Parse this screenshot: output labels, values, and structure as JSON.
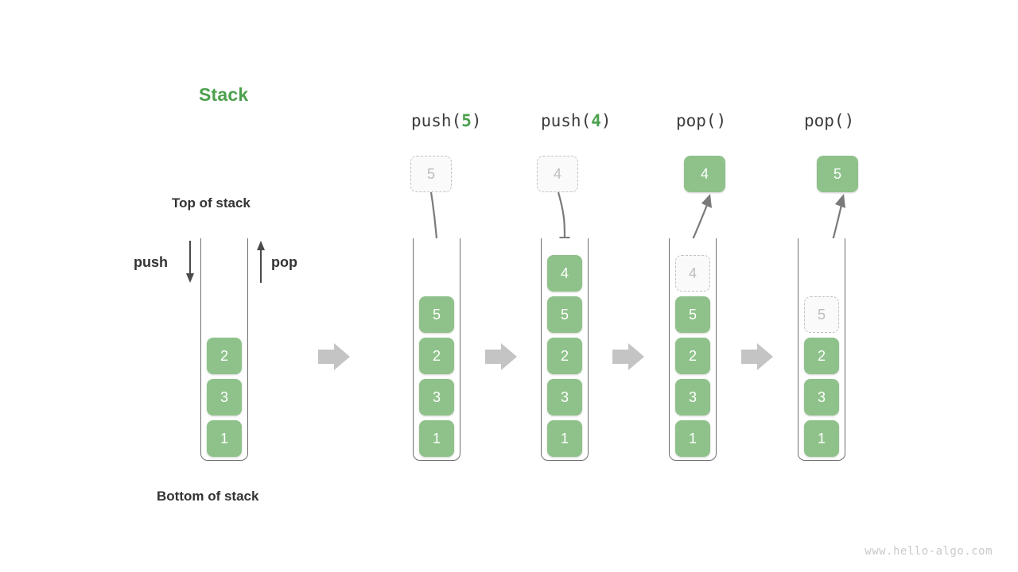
{
  "title": "Stack",
  "labels": {
    "top_of_stack": "Top of stack",
    "bottom_of_stack": "Bottom of stack",
    "push": "push",
    "pop": "pop"
  },
  "watermark": "www.hello-algo.com",
  "colors": {
    "accent_green": "#4ca04c",
    "cell_green": "#8ec28a",
    "ghost_border": "#c2c2c2",
    "ghost_text": "#bdbdbd",
    "arrow_gray": "#aaaaaa",
    "line_gray": "#6e6e6e",
    "text_dark": "#333333"
  },
  "initial_stack": {
    "caption": "",
    "cells_top_to_bottom": [
      "2",
      "3",
      "1"
    ]
  },
  "steps": [
    {
      "op_prefix": "push(",
      "op_arg": "5",
      "op_suffix": ")",
      "floating_cell": {
        "value": "5",
        "style": "ghost",
        "position": "above"
      },
      "cells_top_to_bottom": [
        {
          "value": "5",
          "style": "solid"
        },
        {
          "value": "2",
          "style": "solid"
        },
        {
          "value": "3",
          "style": "solid"
        },
        {
          "value": "1",
          "style": "solid"
        }
      ]
    },
    {
      "op_prefix": "push(",
      "op_arg": "4",
      "op_suffix": ")",
      "floating_cell": {
        "value": "4",
        "style": "ghost",
        "position": "above"
      },
      "cells_top_to_bottom": [
        {
          "value": "4",
          "style": "solid"
        },
        {
          "value": "5",
          "style": "solid"
        },
        {
          "value": "2",
          "style": "solid"
        },
        {
          "value": "3",
          "style": "solid"
        },
        {
          "value": "1",
          "style": "solid"
        }
      ]
    },
    {
      "op_prefix": "pop(",
      "op_arg": "",
      "op_suffix": ")",
      "floating_cell": {
        "value": "4",
        "style": "solid",
        "position": "above"
      },
      "cells_top_to_bottom": [
        {
          "value": "4",
          "style": "ghost"
        },
        {
          "value": "5",
          "style": "solid"
        },
        {
          "value": "2",
          "style": "solid"
        },
        {
          "value": "3",
          "style": "solid"
        },
        {
          "value": "1",
          "style": "solid"
        }
      ]
    },
    {
      "op_prefix": "pop(",
      "op_arg": "",
      "op_suffix": ")",
      "floating_cell": {
        "value": "5",
        "style": "solid",
        "position": "above"
      },
      "cells_top_to_bottom": [
        {
          "value": "5",
          "style": "ghost"
        },
        {
          "value": "2",
          "style": "solid"
        },
        {
          "value": "3",
          "style": "solid"
        },
        {
          "value": "1",
          "style": "solid"
        }
      ]
    }
  ],
  "flow_arrows": 4
}
